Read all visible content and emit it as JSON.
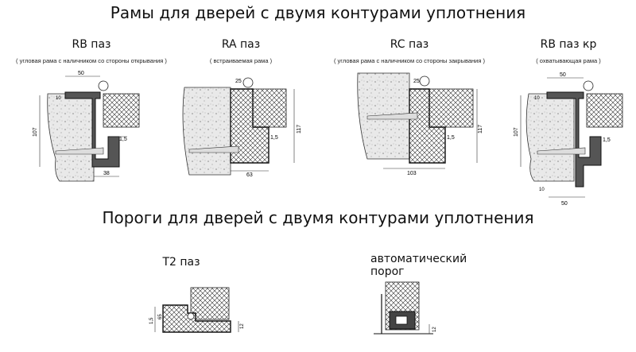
{
  "titles": {
    "frames": "Рамы  для дверей с двумя контурами уплотнения",
    "thresholds": "Пороги для дверей с двумя контурами уплотнения"
  },
  "frames": [
    {
      "name": "RB паз",
      "desc": "( угловая рама с наличником со стороны открывания )",
      "dims": {
        "top": "50",
        "side": "107",
        "seal": "1,5",
        "bottom": "38",
        "small": "10"
      }
    },
    {
      "name": "RA паз",
      "desc": "( встраиваемая рама )",
      "dims": {
        "top": "25",
        "side": "117",
        "seal": "1,5",
        "bottom": "63"
      }
    },
    {
      "name": "RC паз",
      "desc": "( угловая рама с наличником со стороны закрывания )",
      "dims": {
        "top": "25",
        "side": "117",
        "seal": "1,5",
        "bottom": "103"
      }
    },
    {
      "name": "RB паз кр",
      "desc": "( охватывающая рама )",
      "dims": {
        "top": "50",
        "side": "107",
        "seal": "1,5",
        "bottom": "50",
        "small": "10",
        "small2": "10"
      }
    }
  ],
  "thresholds": [
    {
      "name": "T2 паз",
      "dims": {
        "left": "65",
        "seal": "1,5",
        "right": "12"
      }
    },
    {
      "name": "автоматический\nпорог",
      "line1": "автоматический",
      "line2": "порог",
      "dims": {
        "right": "12"
      }
    }
  ]
}
